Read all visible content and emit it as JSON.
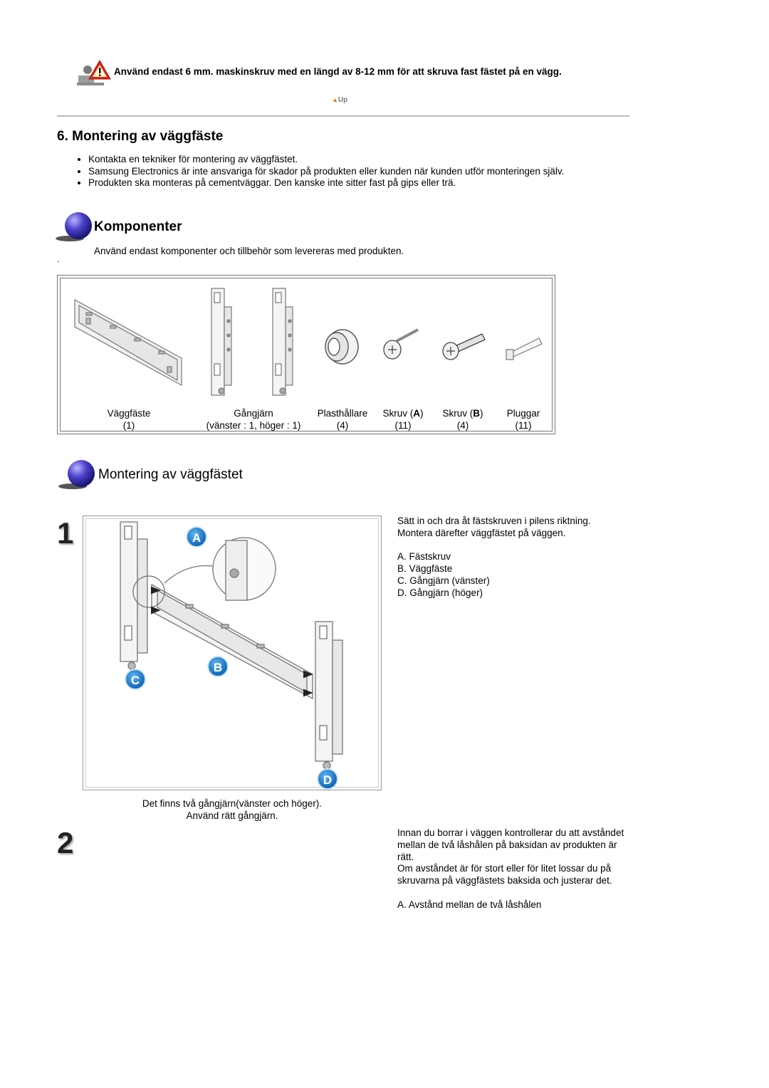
{
  "warning": {
    "text": "Använd endast 6 mm. maskinskruv med en längd av 8-12 mm för att skruva fast fästet på en vägg."
  },
  "nav": {
    "up_label": "Up"
  },
  "section": {
    "title": "6. Montering av väggfäste",
    "bullets": [
      "Kontakta en tekniker för montering av väggfästet.",
      "Samsung Electronics är inte ansvariga för skador på produkten eller kunden när kunden utför monteringen själv.",
      "Produkten ska monteras på cementväggar. Den kanske inte sitter fast på gips eller trä."
    ]
  },
  "components": {
    "title": "Komponenter",
    "intro": "Använd endast komponenter och tillbehör som levereras med produkten.",
    "tick": "`",
    "items": [
      {
        "name": "Väggfäste",
        "qty": "(1)"
      },
      {
        "name": "Gångjärn",
        "qty": "(vänster : 1, höger : 1)"
      },
      {
        "name": "Plasthållare",
        "qty": "(4)"
      },
      {
        "name_prefix": "Skruv (",
        "name_key": "A",
        "name_suffix": ")",
        "qty": "(11)"
      },
      {
        "name_prefix": "Skruv (",
        "name_key": "B",
        "name_suffix": ")",
        "qty": "(4)"
      },
      {
        "name": "Pluggar",
        "qty": "(11)"
      }
    ]
  },
  "mounting": {
    "title": "Montering av väggfästet",
    "step1": {
      "number": "1",
      "badges": {
        "a": "A",
        "b": "B",
        "c": "C",
        "d": "D"
      },
      "caption_line1": "Det finns två gångjärn(vänster och höger).",
      "caption_line2": "Använd rätt gångjärn.",
      "text_line1": "Sätt in och dra åt fästskruven i pilens riktning.",
      "text_line2": "Montera därefter väggfästet på väggen.",
      "legend": [
        "A. Fästskruv",
        "B. Väggfäste",
        "C. Gångjärn (vänster)",
        "D. Gångjärn (höger)"
      ]
    },
    "step2": {
      "number": "2",
      "para1": "Innan du borrar i väggen kontrollerar du att avståndet mellan de två låshålen på baksidan av produkten är rätt.",
      "para2": "Om avståndet är för stort eller för litet lossar du på skruvarna på väggfästets baksida och justerar det.",
      "legend": "A. Avstånd mellan de två låshålen"
    }
  }
}
